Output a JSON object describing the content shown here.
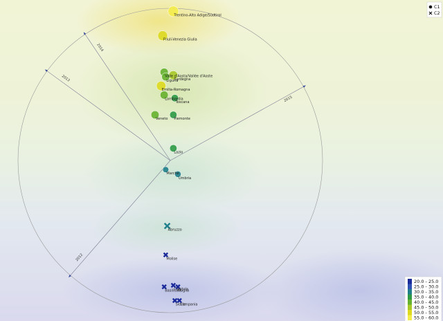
{
  "chart_data": {
    "type": "scatter",
    "title": "",
    "xlabel": "",
    "ylabel": "",
    "axes": [
      {
        "label": "2015",
        "angle": 29
      },
      {
        "label": "2014",
        "angle": 124
      },
      {
        "label": "2013",
        "angle": 144
      },
      {
        "label": "2012",
        "angle": 229
      }
    ],
    "classes": [
      {
        "name": "C1",
        "marker": "circle"
      },
      {
        "name": "C2",
        "marker": "x"
      }
    ],
    "points": [
      {
        "label": "Trentino-Alto Adige/Südtirol",
        "class": "C1",
        "value": 57.5,
        "x": 0.02,
        "y": 0.98
      },
      {
        "label": "Friuli-Venezia Giulia",
        "class": "C1",
        "value": 52.5,
        "x": -0.05,
        "y": 0.82
      },
      {
        "label": "Valle d'Aosta/Vallée d'Aoste",
        "class": "C1",
        "value": 42.5,
        "x": -0.04,
        "y": 0.58
      },
      {
        "label": "Sardegna",
        "class": "C1",
        "value": 47.5,
        "x": 0.02,
        "y": 0.56
      },
      {
        "label": "Liguria",
        "class": "C1",
        "value": 42.5,
        "x": -0.03,
        "y": 0.55
      },
      {
        "label": "Emilia-Romagna",
        "class": "C1",
        "value": 50.5,
        "x": -0.06,
        "y": 0.49
      },
      {
        "label": "Lombardia",
        "class": "C1",
        "value": 42.5,
        "x": -0.04,
        "y": 0.43
      },
      {
        "label": "Toscana",
        "class": "C1",
        "value": 37.5,
        "x": 0.03,
        "y": 0.41
      },
      {
        "label": "Veneto",
        "class": "C1",
        "value": 42.5,
        "x": -0.1,
        "y": 0.3
      },
      {
        "label": "Piemonte",
        "class": "C1",
        "value": 37.5,
        "x": 0.02,
        "y": 0.3
      },
      {
        "label": "Lazio",
        "class": "C1",
        "value": 37.5,
        "x": 0.02,
        "y": 0.08
      },
      {
        "label": "Marche",
        "class": "C1",
        "value": 30.5,
        "x": -0.03,
        "y": -0.06
      },
      {
        "label": "Umbria",
        "class": "C1",
        "value": 32.5,
        "x": 0.05,
        "y": -0.09
      },
      {
        "label": "Abruzzo",
        "class": "C2",
        "value": 32.5,
        "x": -0.02,
        "y": -0.43
      },
      {
        "label": "Molise",
        "class": "C2",
        "value": 22.5,
        "x": -0.03,
        "y": -0.62
      },
      {
        "label": "Basilicata",
        "class": "C2",
        "value": 22.5,
        "x": -0.04,
        "y": -0.83
      },
      {
        "label": "Puglia",
        "class": "C2",
        "value": 22.5,
        "x": 0.05,
        "y": -0.83
      },
      {
        "label": "Calabria",
        "class": "C2",
        "value": 22.5,
        "x": 0.02,
        "y": -0.82
      },
      {
        "label": "Campania",
        "class": "C2",
        "value": 22.5,
        "x": 0.06,
        "y": -0.92
      },
      {
        "label": "Sicilia",
        "class": "C2",
        "value": 22.5,
        "x": 0.03,
        "y": -0.92
      }
    ],
    "color_scale": [
      {
        "label": "20.0 - 25.0",
        "color": "#1a2a9a"
      },
      {
        "label": "25.0 - 30.0",
        "color": "#2f52b4"
      },
      {
        "label": "30.0 - 35.0",
        "color": "#1f7f8a"
      },
      {
        "label": "35.0 - 40.0",
        "color": "#2e9a45"
      },
      {
        "label": "40.0 - 45.0",
        "color": "#66b12f"
      },
      {
        "label": "45.0 - 50.0",
        "color": "#a9c928"
      },
      {
        "label": "50.0 - 55.0",
        "color": "#dcd91f"
      },
      {
        "label": "55.0 - 60.0",
        "color": "#f4ec4a"
      }
    ],
    "legend_position": "top-right",
    "color_legend_position": "bottom-right",
    "grid": false
  }
}
